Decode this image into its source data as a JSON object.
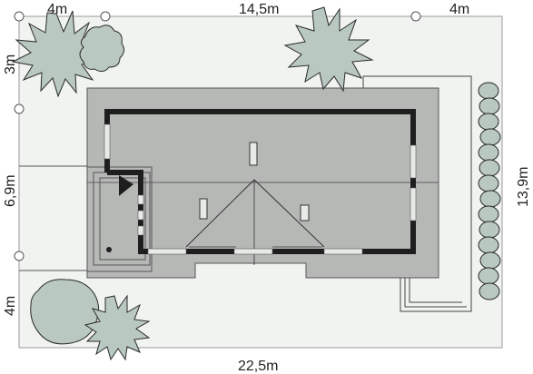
{
  "dimensions": {
    "top_left": "4m",
    "top_middle": "14,5m",
    "top_right": "4m",
    "bottom": "22,5m",
    "left_top": "3m",
    "left_middle": "6,9m",
    "left_bottom": "4m",
    "right": "13,9m"
  },
  "colors": {
    "plot": "#f1f3f1",
    "roof": "#b6b8b6",
    "walls": "#1e1e1e",
    "window": "#e8eae8",
    "tree_fill": "#b9c8c0",
    "tree_stroke": "#2a2a2a"
  },
  "symbols": [
    "conifer-tree",
    "deciduous-tree",
    "hedge",
    "entrance-arrow",
    "chimney",
    "survey-marker"
  ]
}
